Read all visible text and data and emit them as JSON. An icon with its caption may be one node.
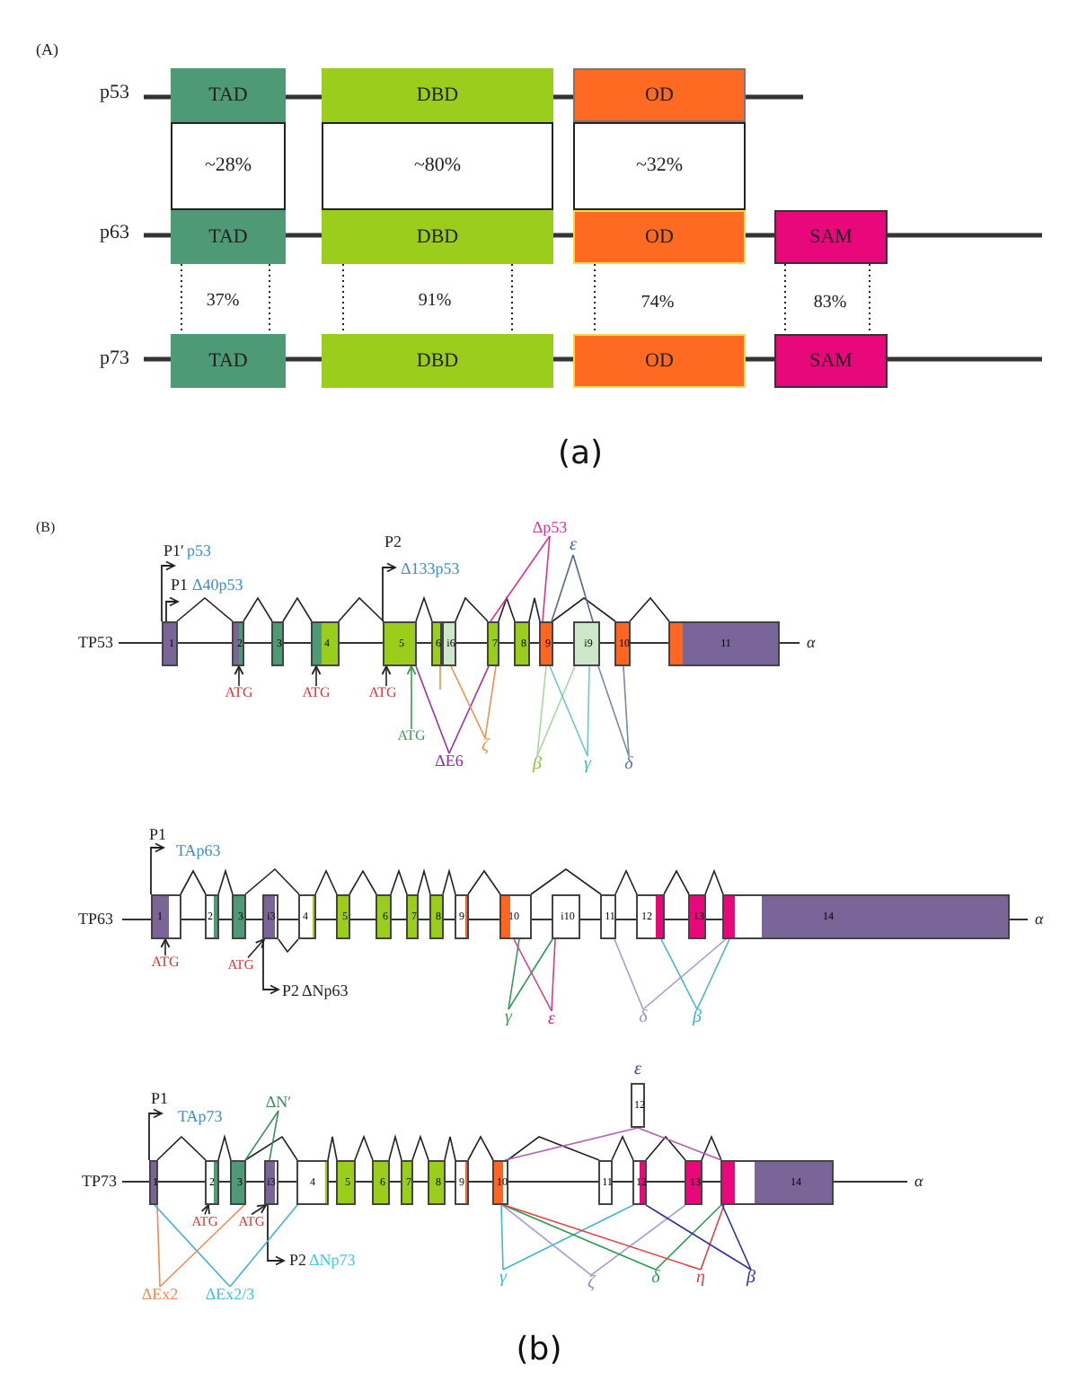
{
  "diagram": {
    "nodes": [
      {
        "text": [
          "TAD"
        ]
      },
      {
        "text": [
          "DBD"
        ]
      },
      {
        "text": [
          "OD"
        ]
      },
      {
        "text": [
          "~28%"
        ]
      },
      {
        "text": [
          "~80%"
        ]
      },
      {
        "text": [
          "~32%"
        ]
      },
      {
        "text": [
          "TAD"
        ]
      },
      {
        "text": [
          "DBD"
        ]
      },
      {
        "text": [
          "OD"
        ]
      },
      {
        "text": [
          "SAM"
        ]
      },
      {
        "text": [
          "TAD"
        ]
      },
      {
        "text": [
          "DBD"
        ]
      },
      {
        "text": [
          "OD"
        ]
      },
      {
        "text": [
          "SAM"
        ]
      },
      {
        "text": [
          "1"
        ]
      },
      {
        "text": [
          "2"
        ]
      },
      {
        "text": [
          "3"
        ]
      },
      {
        "text": [
          "4"
        ]
      },
      {
        "text": [
          "5"
        ]
      },
      {
        "text": [
          "6"
        ]
      },
      {
        "text": [
          "i6"
        ]
      },
      {
        "text": [
          "7"
        ]
      },
      {
        "text": [
          "8"
        ]
      },
      {
        "text": [
          "9"
        ]
      },
      {
        "text": [
          "i9"
        ]
      },
      {
        "text": [
          "10"
        ]
      },
      {
        "text": [
          "11"
        ]
      },
      {
        "text": [
          "ATG"
        ]
      },
      {
        "text": [
          "ATG"
        ]
      },
      {
        "text": [
          "ATG"
        ]
      },
      {
        "text": [
          "ATG"
        ]
      },
      {
        "text": [
          "ΔE6"
        ]
      },
      {
        "text": [
          "ζ"
        ]
      },
      {
        "text": [
          "Δp53"
        ]
      },
      {
        "text": [
          "ε"
        ]
      },
      {
        "text": [
          "β"
        ]
      },
      {
        "text": [
          "γ"
        ]
      },
      {
        "text": [
          "δ"
        ]
      },
      {
        "text": [
          "1"
        ]
      },
      {
        "text": [
          "2"
        ]
      },
      {
        "text": [
          "3"
        ]
      },
      {
        "text": [
          "i3"
        ]
      },
      {
        "text": [
          "4"
        ]
      },
      {
        "text": [
          "5"
        ]
      },
      {
        "text": [
          "6"
        ]
      },
      {
        "text": [
          "7"
        ]
      },
      {
        "text": [
          "8"
        ]
      },
      {
        "text": [
          "9"
        ]
      },
      {
        "text": [
          "10"
        ]
      },
      {
        "text": [
          "i10"
        ]
      },
      {
        "text": [
          "11"
        ]
      },
      {
        "text": [
          "12"
        ]
      },
      {
        "text": [
          "13"
        ]
      },
      {
        "text": [
          "14"
        ]
      },
      {
        "text": [
          "ATG"
        ]
      },
      {
        "text": [
          "ATG"
        ]
      },
      {
        "text": [
          "γ"
        ]
      },
      {
        "text": [
          "ε"
        ]
      },
      {
        "text": [
          "δ"
        ]
      },
      {
        "text": [
          "β"
        ]
      },
      {
        "text": [
          "1"
        ]
      },
      {
        "text": [
          "2"
        ]
      },
      {
        "text": [
          "3"
        ]
      },
      {
        "text": [
          "i3"
        ]
      },
      {
        "text": [
          "4"
        ]
      },
      {
        "text": [
          "5"
        ]
      },
      {
        "text": [
          "6"
        ]
      },
      {
        "text": [
          "7"
        ]
      },
      {
        "text": [
          "8"
        ]
      },
      {
        "text": [
          "9"
        ]
      },
      {
        "text": [
          "10"
        ]
      },
      {
        "text": [
          "11"
        ]
      },
      {
        "text": [
          "12"
        ]
      },
      {
        "text": [
          "13"
        ]
      },
      {
        "text": [
          "14"
        ]
      },
      {
        "text": [
          "12"
        ],
        "beside": [
          "ε"
        ]
      },
      {
        "text": [
          "ATG"
        ]
      },
      {
        "text": [
          "ATG"
        ]
      },
      {
        "text": [
          "ΔN′"
        ]
      },
      {
        "text": [
          "ΔEx2"
        ]
      },
      {
        "text": [
          "ΔEx2/3"
        ]
      },
      {
        "text": [
          "γ"
        ]
      },
      {
        "text": [
          "ζ"
        ]
      },
      {
        "text": [
          "δ"
        ]
      },
      {
        "text": [
          "η"
        ]
      },
      {
        "text": [
          "β"
        ]
      }
    ],
    "edges": [
      {
        "from": 6,
        "to": 10,
        "arrow": "none",
        "style": "dashed"
      },
      {
        "from": 6,
        "to": 10,
        "arrow": "none",
        "style": "dashed"
      },
      {
        "from": 7,
        "to": 11,
        "arrow": "none",
        "style": "dashed"
      },
      {
        "from": 7,
        "to": 11,
        "arrow": "none",
        "style": "dashed"
      },
      {
        "from": 8,
        "to": 12,
        "arrow": "none",
        "style": "dashed"
      },
      {
        "from": 9,
        "to": 13,
        "arrow": "none",
        "style": "dashed"
      },
      {
        "from": 9,
        "to": 13,
        "arrow": "none",
        "style": "dashed"
      },
      {
        "from": 14,
        "to": 15,
        "arrow": "none"
      },
      {
        "from": 15,
        "to": 16,
        "arrow": "none"
      },
      {
        "from": 16,
        "to": 17,
        "arrow": "none"
      },
      {
        "from": 17,
        "to": 18,
        "arrow": "none"
      },
      {
        "from": 18,
        "to": 19,
        "arrow": "none"
      },
      {
        "from": 20,
        "to": 21,
        "arrow": "none"
      },
      {
        "from": 21,
        "to": 22,
        "arrow": "none"
      },
      {
        "from": 22,
        "to": 23,
        "arrow": "none"
      },
      {
        "from": 23,
        "to": 25,
        "arrow": "none"
      },
      {
        "from": 25,
        "to": 26,
        "arrow": "none"
      },
      {
        "from": 27,
        "to": 15,
        "arrow": "to"
      },
      {
        "from": 28,
        "to": 17,
        "arrow": "to"
      },
      {
        "from": 29,
        "to": 18,
        "arrow": "to"
      },
      {
        "from": 30,
        "to": 18,
        "arrow": "to",
        "color": "#3a9a5a"
      },
      {
        "from": 18,
        "to": 31,
        "arrow": "none",
        "color": "#9b30a6"
      },
      {
        "from": 21,
        "to": 31,
        "arrow": "none",
        "color": "#9b30a6"
      },
      {
        "from": 20,
        "to": 32,
        "arrow": "none",
        "color": "#f0904a"
      },
      {
        "from": 21,
        "to": 32,
        "arrow": "none",
        "color": "#f0904a"
      },
      {
        "from": 19,
        "to": null,
        "arrow": "none",
        "color": "#f0904a"
      },
      {
        "from": 21,
        "to": 33,
        "arrow": "none",
        "color": "#e0318e"
      },
      {
        "from": 23,
        "to": 33,
        "arrow": "none",
        "color": "#e0318e"
      },
      {
        "from": 23,
        "to": 34,
        "arrow": "none",
        "color": "#56688f"
      },
      {
        "from": 24,
        "to": 34,
        "arrow": "none",
        "color": "#56688f"
      },
      {
        "from": 23,
        "to": 35,
        "arrow": "none",
        "color": "#a6d89a"
      },
      {
        "from": 24,
        "to": 35,
        "arrow": "none",
        "color": "#a6d89a"
      },
      {
        "from": 23,
        "to": 36,
        "arrow": "none",
        "color": "#6cc8c8"
      },
      {
        "from": 24,
        "to": 36,
        "arrow": "none",
        "color": "#6cc8c8"
      },
      {
        "from": 24,
        "to": 37,
        "arrow": "none",
        "color": "#7a88a8"
      },
      {
        "from": 25,
        "to": 37,
        "arrow": "none",
        "color": "#7a88a8"
      },
      {
        "from": 38,
        "to": 39,
        "arrow": "none"
      },
      {
        "from": 39,
        "to": 40,
        "arrow": "none"
      },
      {
        "from": 40,
        "to": 42,
        "arrow": "none"
      },
      {
        "from": 41,
        "to": 42,
        "arrow": "none"
      },
      {
        "from": 42,
        "to": 43,
        "arrow": "none"
      },
      {
        "from": 43,
        "to": 44,
        "arrow": "none"
      },
      {
        "from": 44,
        "to": 45,
        "arrow": "none"
      },
      {
        "from": 45,
        "to": 46,
        "arrow": "none"
      },
      {
        "from": 46,
        "to": 47,
        "arrow": "none"
      },
      {
        "from": 47,
        "to": 48,
        "arrow": "none"
      },
      {
        "from": 48,
        "to": 50,
        "arrow": "none"
      },
      {
        "from": 50,
        "to": 51,
        "arrow": "none"
      },
      {
        "from": 51,
        "to": 52,
        "arrow": "none"
      },
      {
        "from": 52,
        "to": 53,
        "arrow": "none"
      },
      {
        "from": 54,
        "to": 38,
        "arrow": "to"
      },
      {
        "from": 55,
        "to": 41,
        "arrow": "to"
      },
      {
        "from": 48,
        "to": 56,
        "arrow": "none",
        "color": "#2e9a58"
      },
      {
        "from": 49,
        "to": 56,
        "arrow": "none",
        "color": "#2e9a58"
      },
      {
        "from": 48,
        "to": 57,
        "arrow": "none",
        "color": "#d53a8a"
      },
      {
        "from": 49,
        "to": 57,
        "arrow": "none",
        "color": "#d53a8a"
      },
      {
        "from": 50,
        "to": 58,
        "arrow": "none",
        "color": "#a898d8"
      },
      {
        "from": 53,
        "to": 58,
        "arrow": "none",
        "color": "#a898d8"
      },
      {
        "from": 51,
        "to": 59,
        "arrow": "none",
        "color": "#40b8c8"
      },
      {
        "from": 53,
        "to": 59,
        "arrow": "none",
        "color": "#40b8c8"
      },
      {
        "from": 60,
        "to": 61,
        "arrow": "none"
      },
      {
        "from": 61,
        "to": 62,
        "arrow": "none"
      },
      {
        "from": 62,
        "to": 64,
        "arrow": "none"
      },
      {
        "from": 64,
        "to": 65,
        "arrow": "none"
      },
      {
        "from": 65,
        "to": 66,
        "arrow": "none"
      },
      {
        "from": 66,
        "to": 67,
        "arrow": "none"
      },
      {
        "from": 67,
        "to": 68,
        "arrow": "none"
      },
      {
        "from": 68,
        "to": 69,
        "arrow": "none"
      },
      {
        "from": 69,
        "to": 70,
        "arrow": "none"
      },
      {
        "from": 70,
        "to": 71,
        "arrow": "none"
      },
      {
        "from": 71,
        "to": 72,
        "arrow": "none"
      },
      {
        "from": 72,
        "to": 73,
        "arrow": "none"
      },
      {
        "from": 73,
        "to": 74,
        "arrow": "none"
      },
      {
        "from": 76,
        "to": 61,
        "arrow": "to"
      },
      {
        "from": 77,
        "to": 63,
        "arrow": "to"
      },
      {
        "from": 62,
        "to": 78,
        "arrow": "none",
        "color": "#3f8f5f"
      },
      {
        "from": 63,
        "to": 78,
        "arrow": "none",
        "color": "#3f8f5f"
      },
      {
        "from": 60,
        "to": 79,
        "arrow": "none",
        "color": "#f08a50"
      },
      {
        "from": 62,
        "to": 79,
        "arrow": "none",
        "color": "#f08a50"
      },
      {
        "from": 60,
        "to": 80,
        "arrow": "none",
        "color": "#3fb2d8"
      },
      {
        "from": 64,
        "to": 80,
        "arrow": "none",
        "color": "#3fb2d8"
      },
      {
        "from": 70,
        "to": 81,
        "arrow": "none",
        "color": "#40b8d0"
      },
      {
        "from": 72,
        "to": 81,
        "arrow": "none",
        "color": "#40b8d0"
      },
      {
        "from": 70,
        "to": 82,
        "arrow": "none",
        "color": "#b0a0d8"
      },
      {
        "from": 73,
        "to": 82,
        "arrow": "none",
        "color": "#b0a0d8"
      },
      {
        "from": 70,
        "to": 83,
        "arrow": "none",
        "color": "#2a9a50"
      },
      {
        "from": 74,
        "to": 83,
        "arrow": "none",
        "color": "#2a9a50"
      },
      {
        "from": 70,
        "to": 84,
        "arrow": "none",
        "color": "#e04040"
      },
      {
        "from": 74,
        "to": 84,
        "arrow": "none",
        "color": "#e04040"
      },
      {
        "from": 72,
        "to": 85,
        "arrow": "none",
        "color": "#3030a0"
      },
      {
        "from": 74,
        "to": 85,
        "arrow": "none",
        "color": "#3030a0"
      },
      {
        "from": 70,
        "to": 75,
        "arrow": "none",
        "color": "#b060b0"
      },
      {
        "from": 75,
        "to": 74,
        "arrow": "none",
        "color": "#b060b0"
      }
    ],
    "labels": [
      "(A)",
      "p53",
      "p63",
      "37%",
      "91%",
      "74%",
      "83%",
      "p73",
      "(a)",
      "(B)",
      "P1′",
      "p53",
      "P1",
      "Δ40p53",
      "P2",
      "Δ133p53",
      "TP53",
      "α",
      "P1",
      "TAp63",
      "TP63",
      "α",
      "P2",
      "ΔNp63",
      "P1",
      "TAp73",
      "TP73",
      "α",
      "P2",
      "ΔNp73",
      "(b)"
    ]
  }
}
